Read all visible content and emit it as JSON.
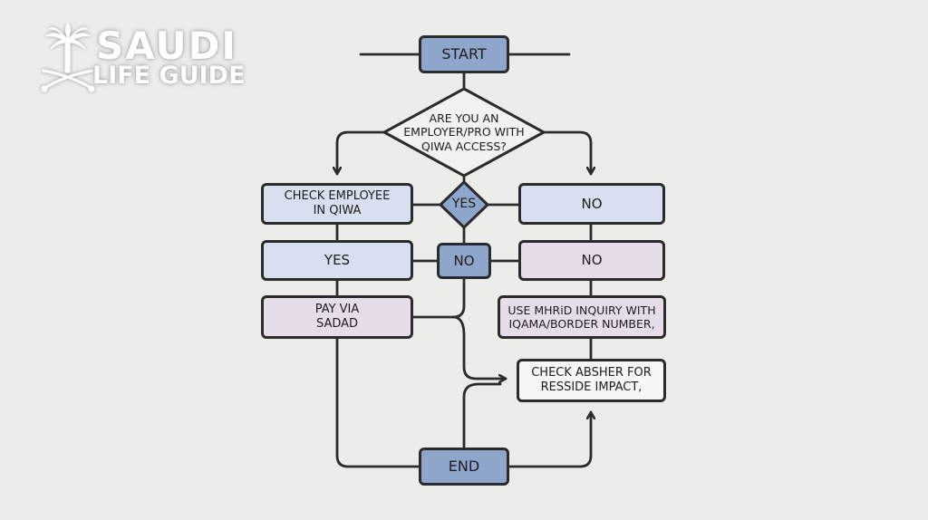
{
  "logo": {
    "line1": "SAUDI",
    "line2": "LIFE GUIDE",
    "emblem_icon": "palm-and-crossed-swords-icon"
  },
  "flowchart": {
    "start": "START",
    "question": "ARE YOU AN\nEMPLOYER/PRO WITH\nQIWA ACCESS?",
    "left_branch": {
      "check_employee": "CHECK EMPLOYEE\nIN QIWA",
      "yes": "YES",
      "pay": "PAY VIA\nSADAD"
    },
    "center": {
      "yes_diamond": "YES",
      "no_box": "NO"
    },
    "right_branch": {
      "no_top": "NO",
      "no_mid": "NO",
      "inquiry": "USE MHRiD INQUIRY WITH\nIQAMA/BORDER NUMBER,",
      "absher": "CHECK ABSHER FOR\nRESSIDE IMPACT,"
    },
    "end": "END"
  },
  "colors": {
    "background": "#ececea",
    "terminal_fill": "#8fa6cc",
    "light_blue_fill": "#d7dff1",
    "light_pink_fill": "#e7dcea",
    "stroke": "#2b2b2b"
  }
}
